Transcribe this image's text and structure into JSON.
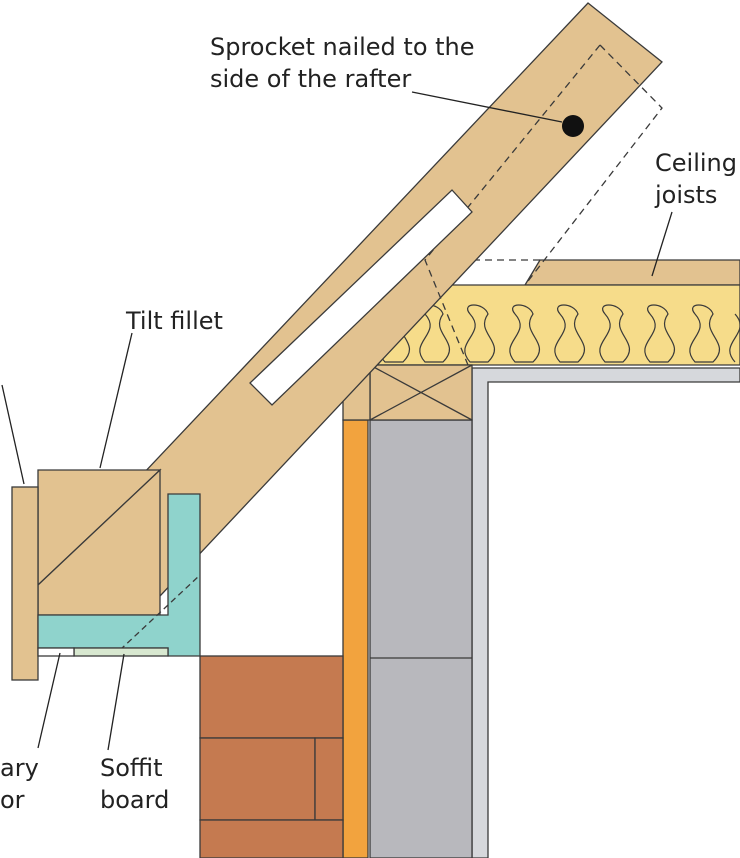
{
  "labels": {
    "sprocket_line1": "Sprocket nailed to the",
    "sprocket_line2": "side of the rafter",
    "ceiling_line1": "Ceiling",
    "ceiling_line2": "joists",
    "tilt_fillet": "Tilt fillet",
    "soffit_line1": "Soffit",
    "soffit_line2": "board",
    "cut_left_line1": "ary",
    "cut_left_line2": "or"
  },
  "colors": {
    "timber": "#e2c290",
    "insulation": "#f6dc8a",
    "blockwork": "#b8b8bd",
    "plaster": "#d6d8dc",
    "cavity_board": "#f2a33e",
    "brick": "#c57a50",
    "ventilator": "#8fd3cc",
    "soffit": "#d8e8d0",
    "outline": "#3a3a3a"
  }
}
